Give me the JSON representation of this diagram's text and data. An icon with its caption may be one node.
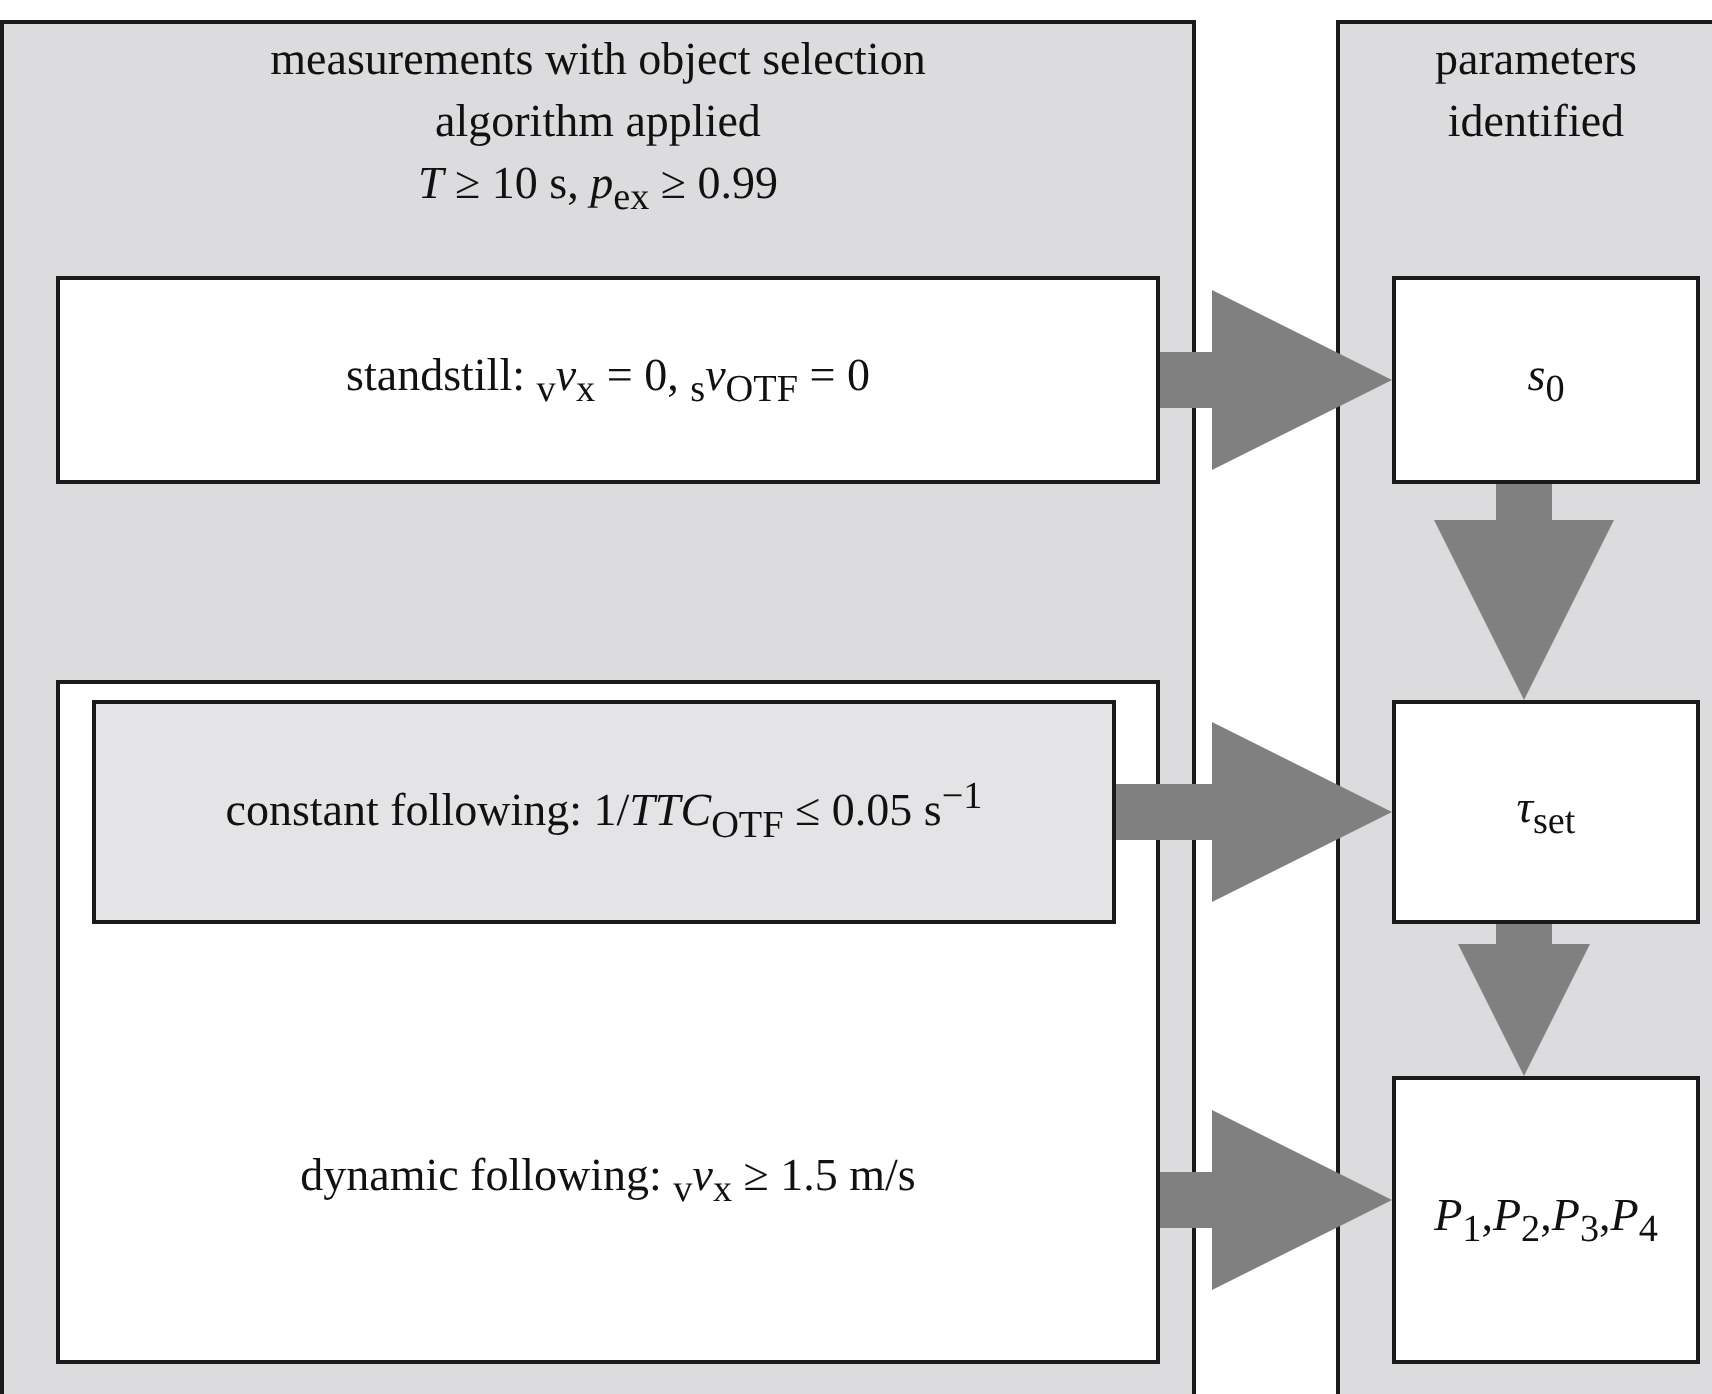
{
  "diagram": {
    "nodes": [
      {
        "text": [
          "measurements with object selection algorithm applied",
          "*T* ≥ 10 s, *p*$_{ex}$ ≥ 0.99"
        ]
      },
      {
        "text": [
          "standstill: $_{v}$*v*$_{x}$ = 0, $_{s}$*v*$_{OTF}$ = 0"
        ],
        "in": 0
      },
      {
        "text": [
          "dynamic following: $_{v}$*v*$_{x}$ ≥ 1.5 m/s"
        ],
        "in": 0
      },
      {
        "text": [
          "constant following: 1/*TTC*$_{OTF}$ ≤ 0.05 s$^{−1}$"
        ],
        "in": 2
      },
      {
        "text": [
          "parameters identified"
        ]
      },
      {
        "text": [
          "*s*$_{0}$"
        ],
        "in": 4
      },
      {
        "text": [
          "*τ*$_{set}$"
        ],
        "in": 4
      },
      {
        "text": [
          "*P*$_{1}$,*P*$_{2}$,*P*$_{3}$,*P*$_{4}$"
        ],
        "in": 4
      }
    ],
    "edges": [
      {
        "from": 1,
        "to": 5,
        "arrow": "to"
      },
      {
        "from": 3,
        "to": 6,
        "arrow": "to"
      },
      {
        "from": 2,
        "to": 7,
        "arrow": "to"
      },
      {
        "from": 5,
        "to": 6,
        "arrow": "to"
      },
      {
        "from": 6,
        "to": 7,
        "arrow": "to"
      }
    ]
  }
}
